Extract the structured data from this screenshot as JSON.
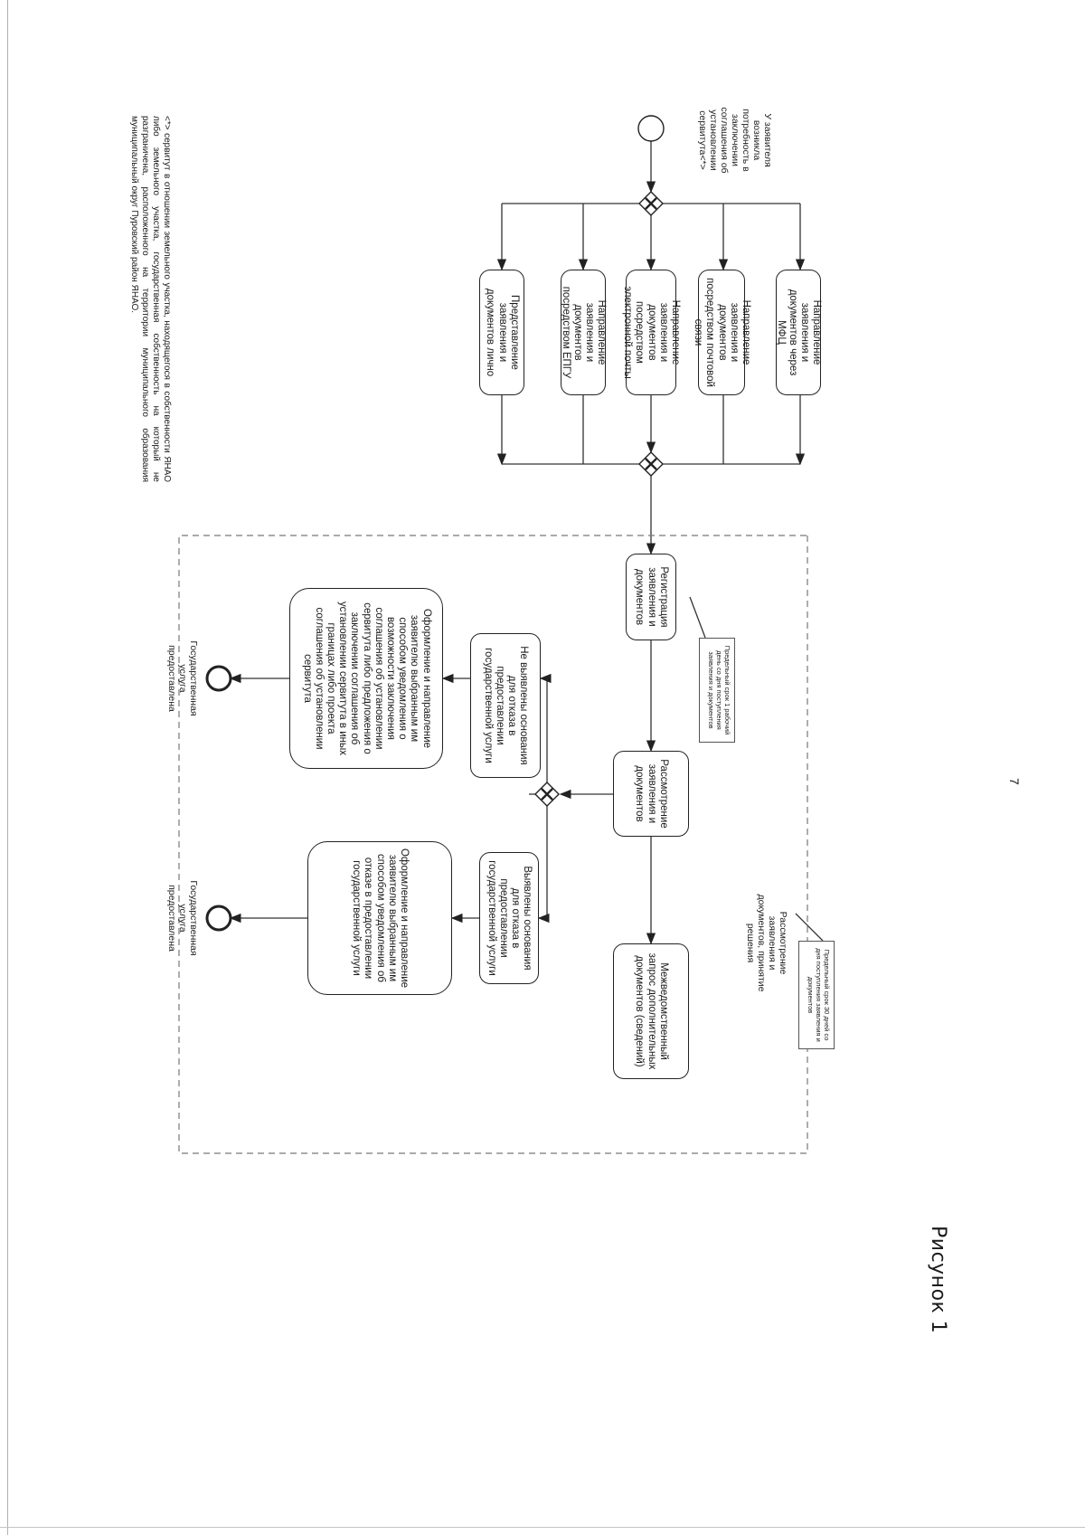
{
  "page_number": "7",
  "caption": "Рисунок 1",
  "start_label": "У заявителя возникла потребность в заключении соглашения об установлении сервитута<*>",
  "channels": [
    "Направление заявления и документов через МФЦ",
    "Направление заявления и документов посредством почтовой связи",
    "Направление заявления и документов посредством электронной почты",
    "Направление заявления и документов посредством ЕПГУ",
    "Представление заявления и документов лично"
  ],
  "registration": "Регистрация заявления и документов",
  "registration_note": "Предельный срок 1 рабочий день со дня поступления заявления и документов",
  "review_group_label": "Рассмотрение заявления и документов, принятие решения",
  "review_group_note": "Предельный срок 30 дней со дня поступления заявления и документов",
  "review": "Рассмотрение заявления и документов",
  "interagency": "Межведомственный запрос дополнительных документов (сведений)",
  "no_grounds": "Не выявлены основания для отказа в предоставлении государственной услуги",
  "grounds_found": "Выявлены основания для отказа в предоставлении государственной услуги",
  "positive_result": "Оформление и направление заявителю выбранным им способом уведомления о возможности заключения соглашения об установлении сервитута либо предложения о заключении соглашения об установлении сервитута в иных границах либо проекта соглашения об установлении сервитута",
  "negative_result": "Оформление и направление заявителю выбранным им способом уведомления об отказе в предоставлении государственной услуги",
  "end_label_1": "Государственная услуга предоставлена",
  "end_label_2": "Государственная услуга предоставлена",
  "footnote": "<*> сервитут в отношении земельного участка, находящегося в собственности ЯНАО либо земельного участка, государственная собственность на который не разграничена, расположенного на территории муниципального образования муниципальный округ Пуровский район ЯНАО."
}
